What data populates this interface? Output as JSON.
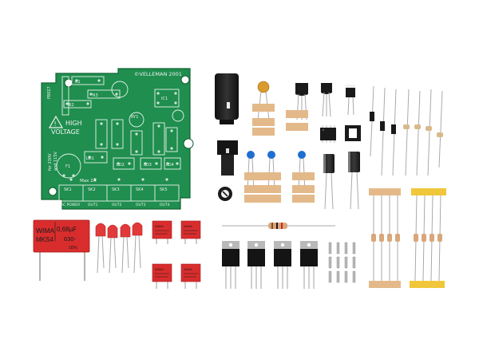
{
  "pcb": {
    "brand": "©VELLEMAN 2001",
    "warning_line1": "HIGH",
    "warning_line2": "VOLTAGE",
    "max_current": "Max 2A",
    "side_text_1": "P8027",
    "side_text_2": "for 230V",
    "side_text_3": "and 115V",
    "ac_power": "AC POWER",
    "connectors": [
      "SK1",
      "SK2",
      "SK3",
      "SK4",
      "SK5"
    ],
    "outputs": [
      "OUT1",
      "OUT2",
      "OUT3",
      "OUT4"
    ],
    "leds": [
      "LD1",
      "LD2",
      "LD3",
      "LD4"
    ],
    "resistors": [
      "R1",
      "R2",
      "R3"
    ],
    "ic_label": "IC1",
    "relay_label": "RY1",
    "fuse_label": "F1"
  },
  "film_capacitor": {
    "brand": "WIMA",
    "value": "0,68µF",
    "model": "MKS4",
    "voltage": "630-",
    "tolerance": "10%"
  },
  "small_capacitor_text": "WIMA",
  "colors": {
    "pcb_green": "#1f8e4e",
    "pcb_dark": "#156b3a",
    "silkscreen": "#f2f2f2",
    "capacitor_red": "#d92d2d",
    "led_red": "#e23a3a",
    "tape_tan": "#e4b98a",
    "tape_yellow": "#f0c73a"
  }
}
